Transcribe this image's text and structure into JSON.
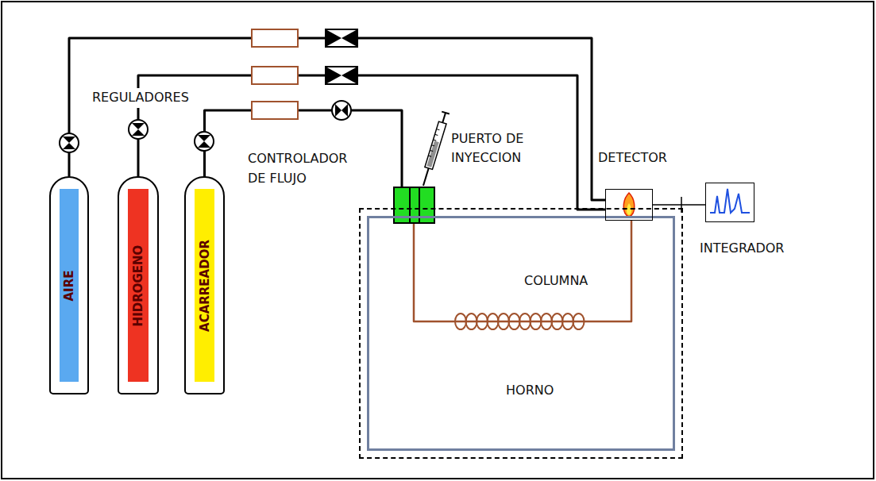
{
  "diagram": {
    "nodes": [
      {
        "text": [
          "AIRE"
        ]
      },
      {
        "text": [
          "HIDROGENO"
        ]
      },
      {
        "text": [
          "ACARREADOR"
        ]
      },
      {
        "text": [
          "PUERTO DE INYECCION"
        ]
      },
      {
        "text": [
          "HORNO"
        ]
      },
      {
        "text": [
          "DETECTOR"
        ]
      },
      {
        "text": [
          "INTEGRADOR"
        ]
      }
    ],
    "edges": [
      {
        "from": 0,
        "to": 5,
        "arrow": "none"
      },
      {
        "from": 1,
        "to": 5,
        "arrow": "none"
      },
      {
        "from": 2,
        "to": 3,
        "arrow": "none"
      },
      {
        "from": 3,
        "to": 5,
        "arrow": "none"
      },
      {
        "from": 5,
        "to": 6,
        "arrow": "none"
      }
    ],
    "labels": [
      "REGULADORES",
      "CONTROLADOR DE FLUJO",
      "COLUMNA"
    ]
  }
}
